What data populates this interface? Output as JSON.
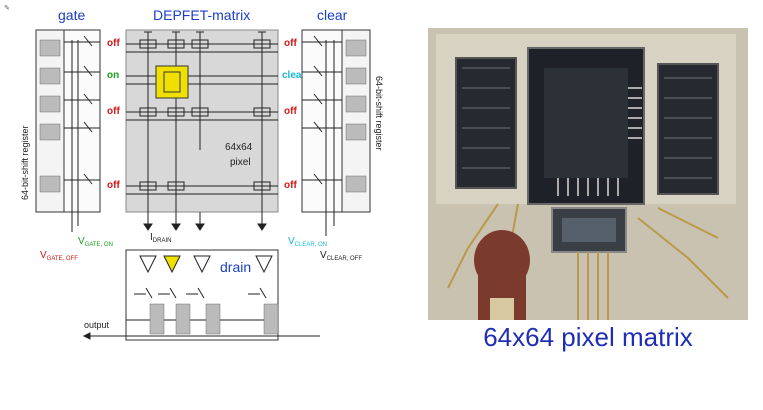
{
  "schematic": {
    "labels": {
      "gate": "gate",
      "matrix": "DEPFET-matrix",
      "clear": "clear",
      "drain": "drain",
      "pixel_count_1": "64x64",
      "pixel_count_2": "pixel",
      "shift_register_left": "64-bit-shift register",
      "shift_register_right": "64-bit-shift register",
      "output": "output"
    },
    "row_states_gate": [
      "off",
      "on",
      "off",
      "off"
    ],
    "row_states_clear": [
      "off",
      "clear",
      "off",
      "off"
    ],
    "voltages": {
      "gate_off_main": "V",
      "gate_off_sub": "GATE, OFF",
      "gate_on_main": "V",
      "gate_on_sub": "GATE, ON",
      "idrain_main": "I",
      "idrain_sub": "DRAIN",
      "clear_on_main": "V",
      "clear_on_sub": "CLEAR, ON",
      "clear_off_main": "V",
      "clear_off_sub": "CLEAR, OFF"
    }
  },
  "photo": {
    "caption": "64x64 pixel matrix"
  },
  "colors": {
    "gate_label": "#1a3ec8",
    "off_state": "#d01818",
    "on_state": "#1aa01a",
    "clear_state": "#18b8d8",
    "selected_pixel": "#f0e000",
    "matrix_fill": "#d8d8d8",
    "caption": "#1f2fb5"
  }
}
